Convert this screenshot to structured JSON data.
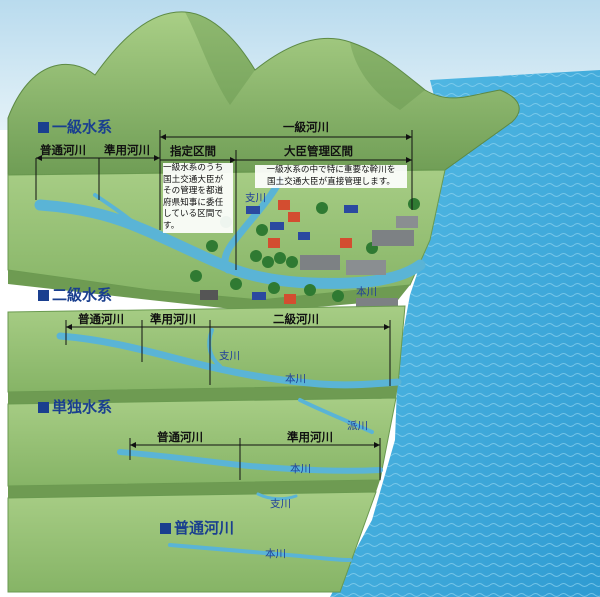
{
  "sections": {
    "ikkyu": "一級水系",
    "nikyu": "二級水系",
    "tandoku": "単独水系",
    "futsu": "普通河川"
  },
  "ikkyu_headers": {
    "futsu": "普通河川",
    "junyo": "準用河川",
    "ikkyu_kasen": "一級河川",
    "shitei": "指定区間",
    "daijin": "大臣管理区間"
  },
  "notes": {
    "shitei_lines": [
      "一級水系のうち",
      "国土交通大臣が",
      "その管理を都道",
      "府県知事に委任",
      "している区間です。"
    ],
    "daijin_lines": [
      "一級水系の中で特に重要な幹川を",
      "国土交通大臣が直接管理します。"
    ]
  },
  "nikyu_headers": {
    "futsu": "普通河川",
    "junyo": "準用河川",
    "nikyu_kasen": "二級河川"
  },
  "tandoku_headers": {
    "futsu": "普通河川",
    "junyo": "準用河川"
  },
  "river_labels": {
    "shisen_top": "支川",
    "honsen_top": "本川",
    "shisen_nikyu": "支川",
    "honsen_nikyu": "本川",
    "hasen": "派川",
    "honsen_tandoku": "本川",
    "shisen_tandoku": "支川",
    "honsen_futsu": "本川"
  },
  "colors": {
    "section_blue": "#1a3f8f",
    "river": "#5ab4d6",
    "sea": "#3fa9dc",
    "hill": "#8db86c",
    "land": "#9cc47a"
  }
}
